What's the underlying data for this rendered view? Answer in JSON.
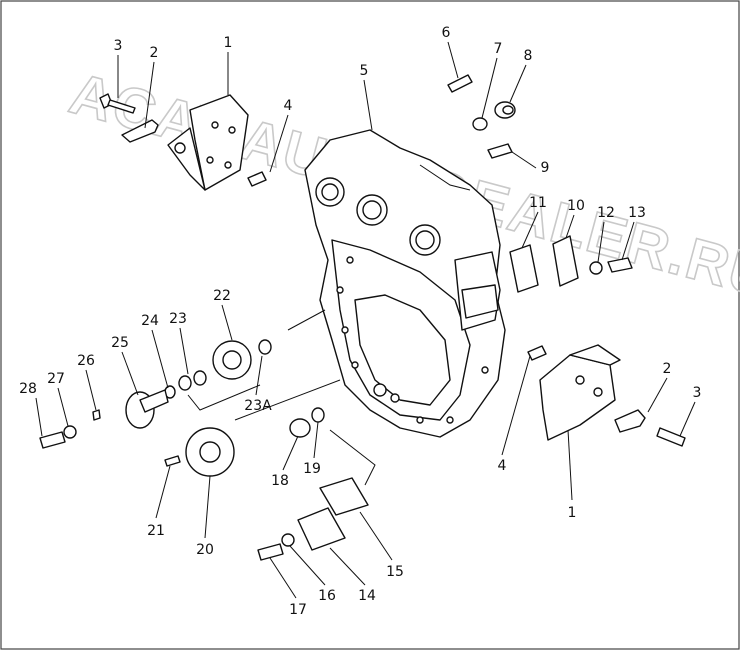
{
  "watermark": "ACAT.AUTO-DEALER.RU",
  "callouts": [
    {
      "id": "3",
      "text": "3"
    },
    {
      "id": "2",
      "text": "2"
    },
    {
      "id": "1",
      "text": "1"
    },
    {
      "id": "4",
      "text": "4"
    },
    {
      "id": "5",
      "text": "5"
    },
    {
      "id": "6",
      "text": "6"
    },
    {
      "id": "7",
      "text": "7"
    },
    {
      "id": "8",
      "text": "8"
    },
    {
      "id": "9",
      "text": "9"
    },
    {
      "id": "11",
      "text": "11"
    },
    {
      "id": "10",
      "text": "10"
    },
    {
      "id": "12",
      "text": "12"
    },
    {
      "id": "13",
      "text": "13"
    },
    {
      "id": "22",
      "text": "22"
    },
    {
      "id": "24",
      "text": "24"
    },
    {
      "id": "23",
      "text": "23"
    },
    {
      "id": "25",
      "text": "25"
    },
    {
      "id": "26",
      "text": "26"
    },
    {
      "id": "28",
      "text": "28"
    },
    {
      "id": "27",
      "text": "27"
    },
    {
      "id": "23A",
      "text": "23A"
    },
    {
      "id": "4b",
      "text": "4"
    },
    {
      "id": "2b",
      "text": "2"
    },
    {
      "id": "3b",
      "text": "3"
    },
    {
      "id": "1b",
      "text": "1"
    },
    {
      "id": "18",
      "text": "18"
    },
    {
      "id": "19",
      "text": "19"
    },
    {
      "id": "21",
      "text": "21"
    },
    {
      "id": "20",
      "text": "20"
    },
    {
      "id": "15",
      "text": "15"
    },
    {
      "id": "17",
      "text": "17"
    },
    {
      "id": "16",
      "text": "16"
    },
    {
      "id": "14",
      "text": "14"
    }
  ]
}
